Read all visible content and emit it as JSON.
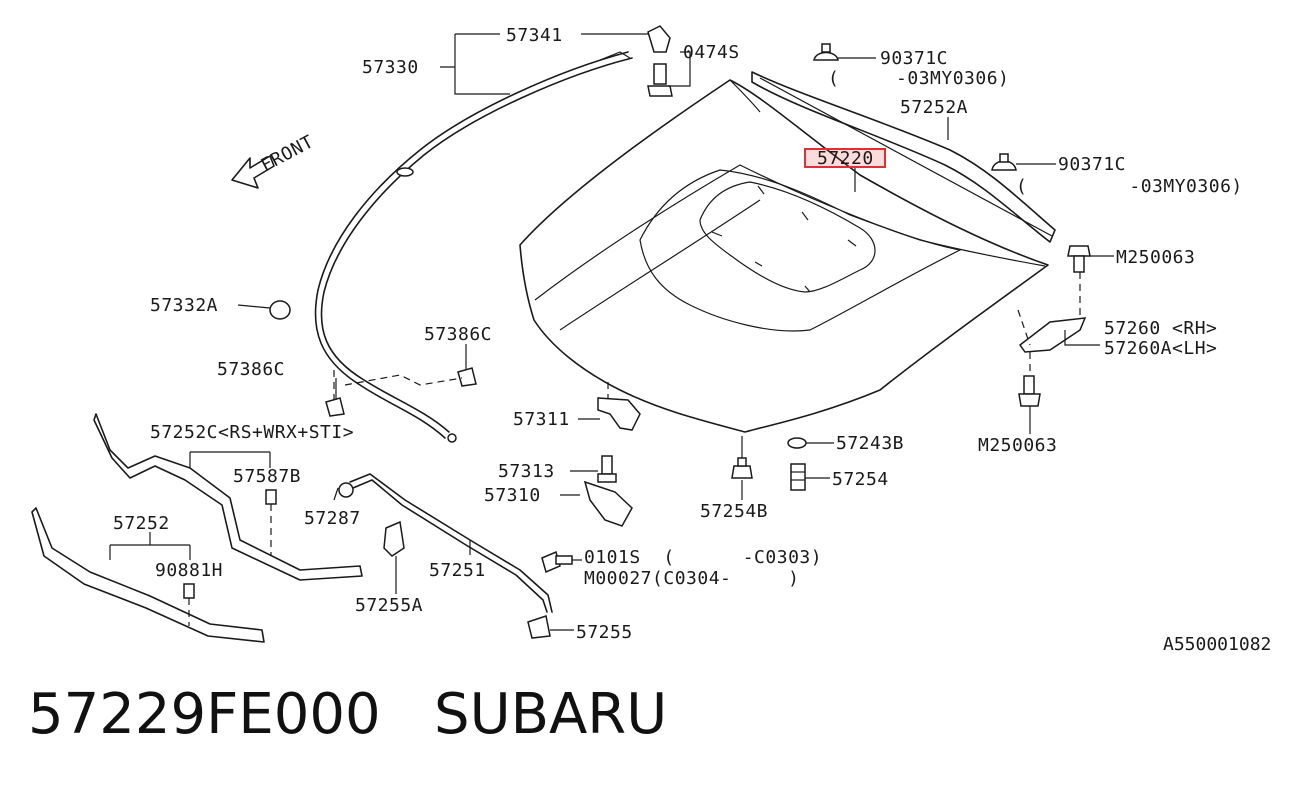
{
  "diagram": {
    "front_label": "FRONT",
    "reference_code": "A550001082",
    "highlight_color": "#e03030",
    "callouts": [
      {
        "id": "57341",
        "text": "57341"
      },
      {
        "id": "0474S",
        "text": "0474S"
      },
      {
        "id": "57330",
        "text": "57330"
      },
      {
        "id": "90371C_1",
        "text": "90371C"
      },
      {
        "id": "90371C_1_note",
        "text": "(     -03MY0306)"
      },
      {
        "id": "57252A",
        "text": "57252A"
      },
      {
        "id": "57220",
        "text": "57220"
      },
      {
        "id": "90371C_2",
        "text": "90371C"
      },
      {
        "id": "90371C_2_note",
        "text": "(         -03MY0306)"
      },
      {
        "id": "M250063_1",
        "text": "M250063"
      },
      {
        "id": "57332A",
        "text": "57332A"
      },
      {
        "id": "57386C_1",
        "text": "57386C"
      },
      {
        "id": "57260",
        "text": "57260 <RH>"
      },
      {
        "id": "57260A",
        "text": "57260A<LH>"
      },
      {
        "id": "57386C_2",
        "text": "57386C"
      },
      {
        "id": "57311",
        "text": "57311"
      },
      {
        "id": "57252C",
        "text": "57252C<RS+WRX+STI>"
      },
      {
        "id": "57243B",
        "text": "57243B"
      },
      {
        "id": "M250063_2",
        "text": "M250063"
      },
      {
        "id": "57587B",
        "text": "57587B"
      },
      {
        "id": "57313",
        "text": "57313"
      },
      {
        "id": "57254",
        "text": "57254"
      },
      {
        "id": "57310",
        "text": "57310"
      },
      {
        "id": "57254B",
        "text": "57254B"
      },
      {
        "id": "57287",
        "text": "57287"
      },
      {
        "id": "57252",
        "text": "57252"
      },
      {
        "id": "0101S",
        "text": "0101S  (      -C0303)"
      },
      {
        "id": "90881H",
        "text": "90881H"
      },
      {
        "id": "57251",
        "text": "57251"
      },
      {
        "id": "M00027",
        "text": "M00027(C0304-     )"
      },
      {
        "id": "57255A",
        "text": "57255A"
      },
      {
        "id": "57255",
        "text": "57255"
      }
    ]
  },
  "caption": {
    "part_number": "57229FE000",
    "brand": "SUBARU"
  }
}
